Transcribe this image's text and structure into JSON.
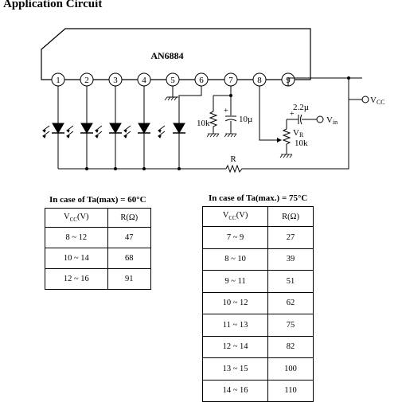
{
  "title": "Application Circuit",
  "ic_name": "AN6884",
  "pins": [
    "1",
    "2",
    "3",
    "4",
    "5",
    "6",
    "7",
    "8",
    "9"
  ],
  "components": {
    "r_pin7": "10k",
    "c_pin7": "10µ",
    "c_input": "2.2µ",
    "plus_sign": "+",
    "vr_label": "V",
    "vr_sub": "R",
    "vr_value": "10k",
    "r_series": "R",
    "vcc_label": "V",
    "vcc_sub": "CC",
    "vin_label": "V",
    "vin_sub": "in"
  },
  "table1": {
    "caption": "In case of Ta(max) = 60°C",
    "col1_main": "V",
    "col1_sub": "CC",
    "col1_unit": "(V)",
    "col2": "R(Ω)",
    "rows": [
      {
        "vcc": "8 ~ 12",
        "r": "47"
      },
      {
        "vcc": "10 ~ 14",
        "r": "68"
      },
      {
        "vcc": "12 ~ 16",
        "r": "91"
      }
    ]
  },
  "table2": {
    "caption": "In case of Ta(max.) = 75°C",
    "col1_main": "V",
    "col1_sub": "CC",
    "col1_unit": "(V)",
    "col2": "R(Ω)",
    "rows": [
      {
        "vcc": "7 ~ 9",
        "r": "27"
      },
      {
        "vcc": "8 ~ 10",
        "r": "39"
      },
      {
        "vcc": "9 ~ 11",
        "r": "51"
      },
      {
        "vcc": "10 ~ 12",
        "r": "62"
      },
      {
        "vcc": "11 ~ 13",
        "r": "75"
      },
      {
        "vcc": "12 ~ 14",
        "r": "82"
      },
      {
        "vcc": "13 ~ 15",
        "r": "100"
      },
      {
        "vcc": "14 ~ 16",
        "r": "110"
      }
    ]
  }
}
